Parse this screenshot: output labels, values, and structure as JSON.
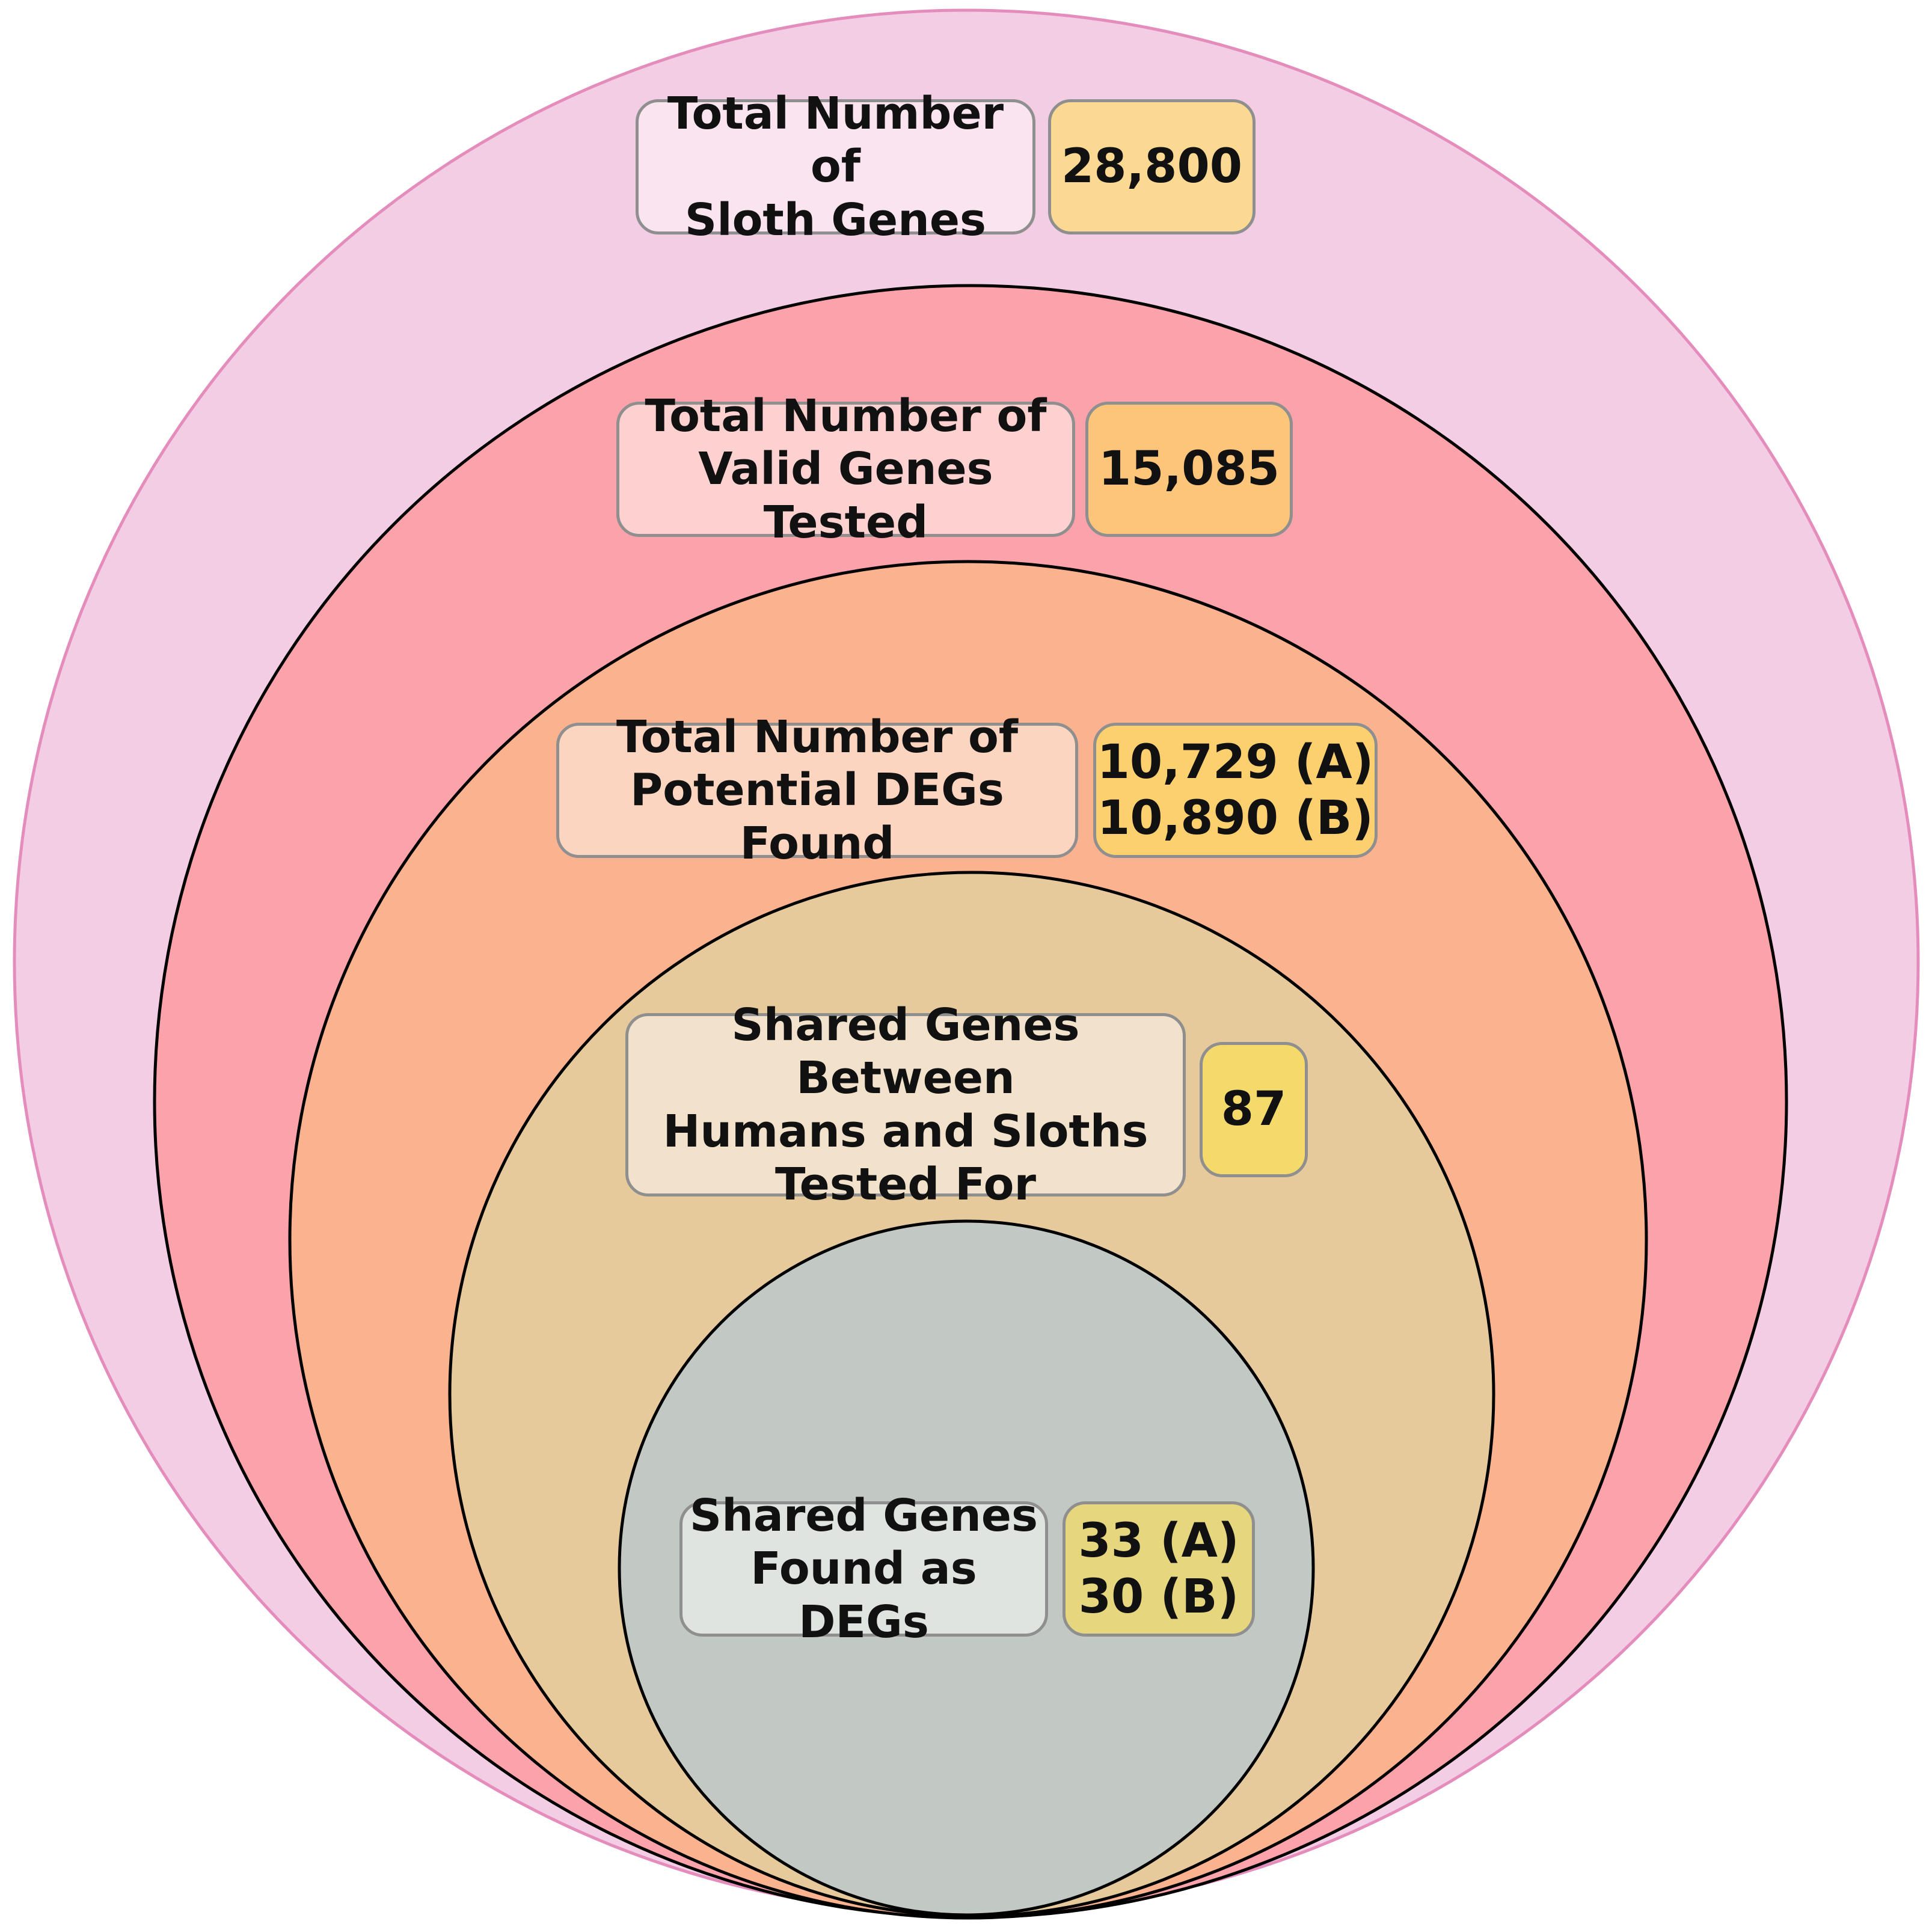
{
  "levels": [
    {
      "label": "Total Number of\nSloth Genes",
      "value": "28,800",
      "circle_color": "#f3cde3",
      "label_color": "#f9e4ef",
      "value_color": "#fcd993"
    },
    {
      "label": "Total Number of\nValid Genes Tested",
      "value": "15,085",
      "circle_color": "#fca2aa",
      "label_color": "#fcd1cf",
      "value_color": "#fcc57a"
    },
    {
      "label": "Total Number of\nPotential DEGs Found",
      "value": "10,729 (A)\n10,890 (B)",
      "circle_color": "#fab28f",
      "label_color": "#fbd5c0",
      "value_color": "#fcd06e"
    },
    {
      "label": "Shared Genes Between\nHumans and Sloths\nTested For",
      "value": "87",
      "circle_color": "#e7ca9c",
      "label_color": "#f3e2cb",
      "value_color": "#f4da6a"
    },
    {
      "label": "Shared Genes\nFound as DEGs",
      "value": "33 (A)\n30 (B)",
      "circle_color": "#c2c8c3",
      "label_color": "#e0e4e0",
      "value_color": "#e6d77f"
    }
  ]
}
